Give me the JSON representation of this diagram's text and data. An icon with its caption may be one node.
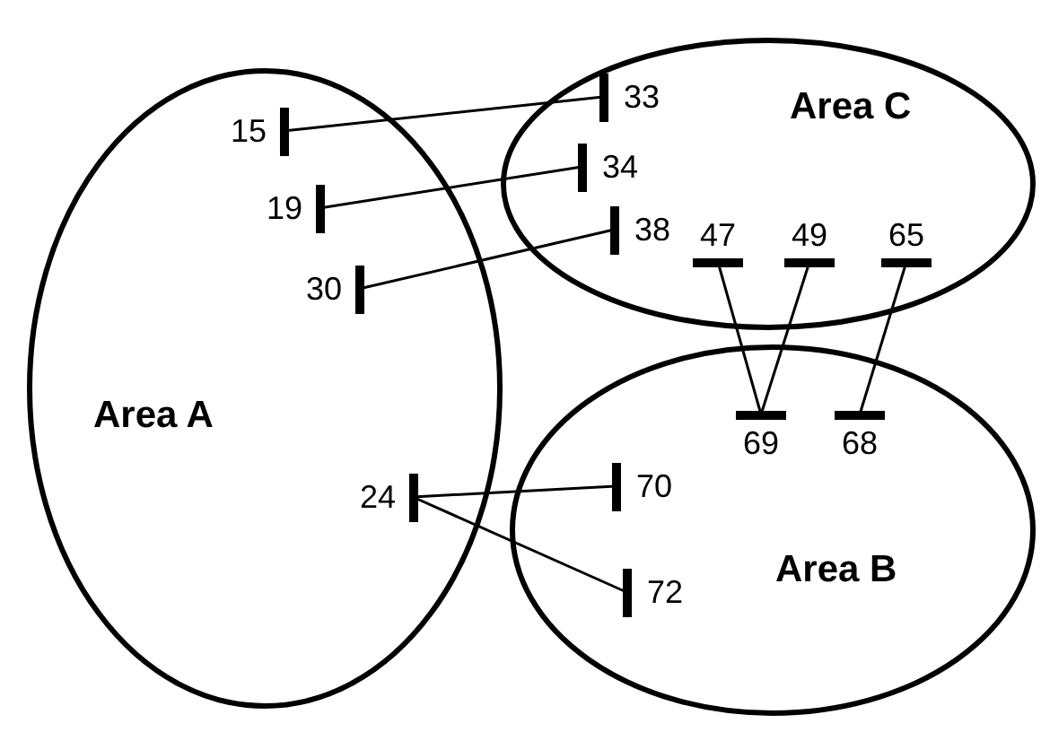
{
  "diagram": {
    "nodes": [
      {
        "text": [
          "Area A"
        ]
      },
      {
        "text": [
          "15"
        ],
        "in": 0
      },
      {
        "text": [
          "19"
        ],
        "in": 0
      },
      {
        "text": [
          "30"
        ],
        "in": 0
      },
      {
        "text": [
          "24"
        ],
        "in": 0
      },
      {
        "text": [
          "Area C"
        ]
      },
      {
        "text": [
          "33"
        ],
        "in": 5
      },
      {
        "text": [
          "34"
        ],
        "in": 5
      },
      {
        "text": [
          "38"
        ],
        "in": 5
      },
      {
        "text": [
          "47"
        ],
        "in": 5
      },
      {
        "text": [
          "49"
        ],
        "in": 5
      },
      {
        "text": [
          "65"
        ],
        "in": 5
      },
      {
        "text": [
          "Area B"
        ]
      },
      {
        "text": [
          "69"
        ],
        "in": 12
      },
      {
        "text": [
          "68"
        ],
        "in": 12
      },
      {
        "text": [
          "70"
        ],
        "in": 12
      },
      {
        "text": [
          "72"
        ],
        "in": 12
      }
    ],
    "edges": [
      {
        "from": 1,
        "to": 6,
        "arrow": "none"
      },
      {
        "from": 2,
        "to": 7,
        "arrow": "none"
      },
      {
        "from": 3,
        "to": 8,
        "arrow": "none"
      },
      {
        "from": 9,
        "to": 13,
        "arrow": "none"
      },
      {
        "from": 10,
        "to": 13,
        "arrow": "none"
      },
      {
        "from": 11,
        "to": 14,
        "arrow": "none"
      },
      {
        "from": 4,
        "to": 15,
        "arrow": "none"
      },
      {
        "from": 4,
        "to": 16,
        "arrow": "none"
      }
    ]
  }
}
